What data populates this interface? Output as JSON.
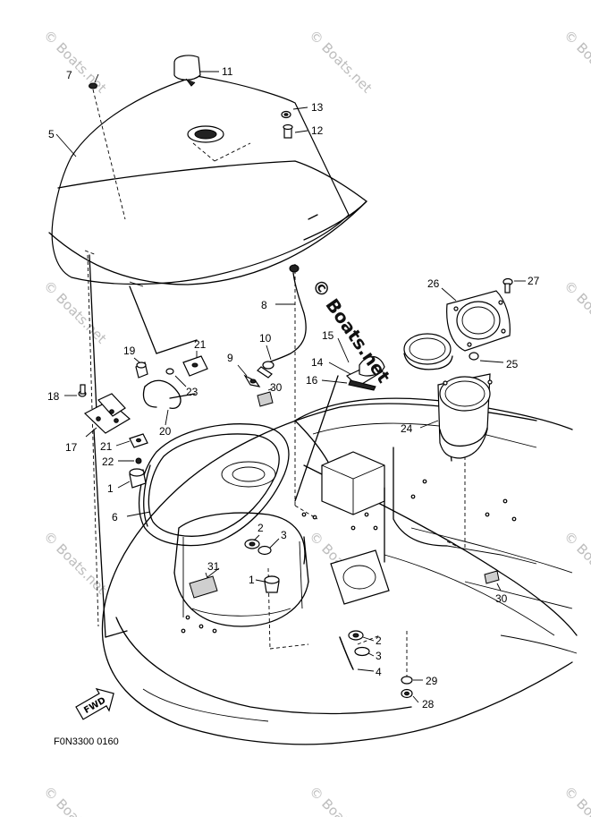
{
  "watermark": {
    "main": "© Boats.net",
    "faint": "© Boats.net"
  },
  "drawing_code": "F0N3300 0160",
  "fwd_label": "FWD",
  "callouts": [
    "1",
    "1",
    "2",
    "2",
    "3",
    "3",
    "4",
    "5",
    "6",
    "7",
    "8",
    "9",
    "10",
    "11",
    "12",
    "13",
    "14",
    "15",
    "16",
    "17",
    "18",
    "19",
    "20",
    "21",
    "21",
    "22",
    "23",
    "24",
    "25",
    "26",
    "27",
    "28",
    "29",
    "30",
    "30",
    "31"
  ]
}
